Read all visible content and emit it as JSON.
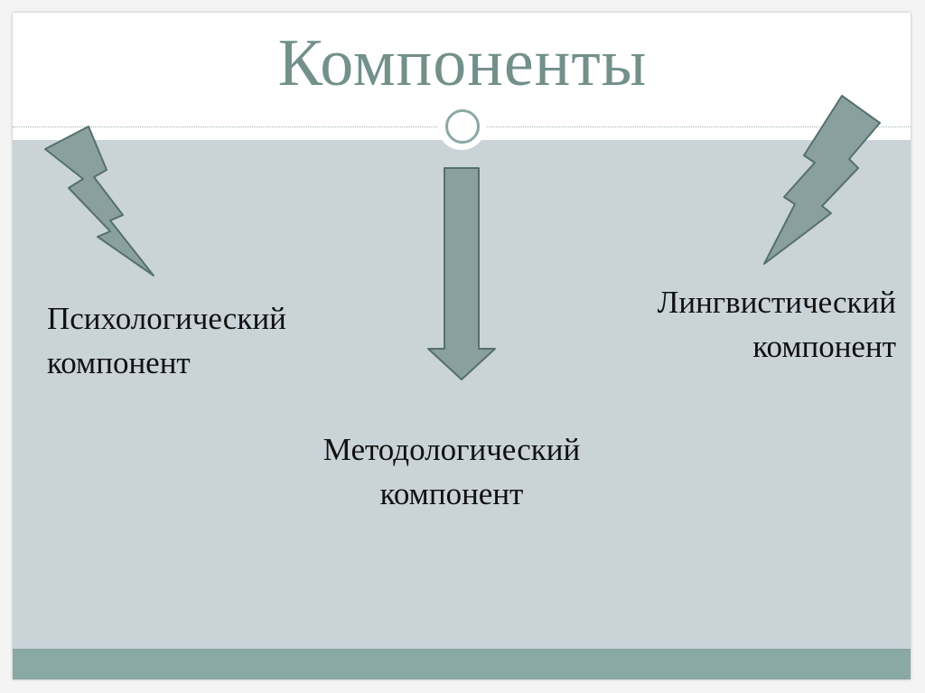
{
  "title": "Компоненты",
  "components": {
    "psychological": {
      "line1": "Психологический",
      "line2": "компонент"
    },
    "linguistic": {
      "line1": "Лингвистический",
      "line2": "компонент"
    },
    "methodological": {
      "line1": "Методологический",
      "line2": "компонент"
    }
  },
  "colors": {
    "title": "#73908b",
    "panel": "#c9d3d8",
    "accent": "#8aa8a5",
    "shape_fill": "#8aa09e",
    "shape_stroke": "#55706d"
  },
  "icons": [
    "lightning-bolt-left-icon",
    "lightning-bolt-right-icon",
    "down-arrow-icon",
    "ring-icon"
  ]
}
